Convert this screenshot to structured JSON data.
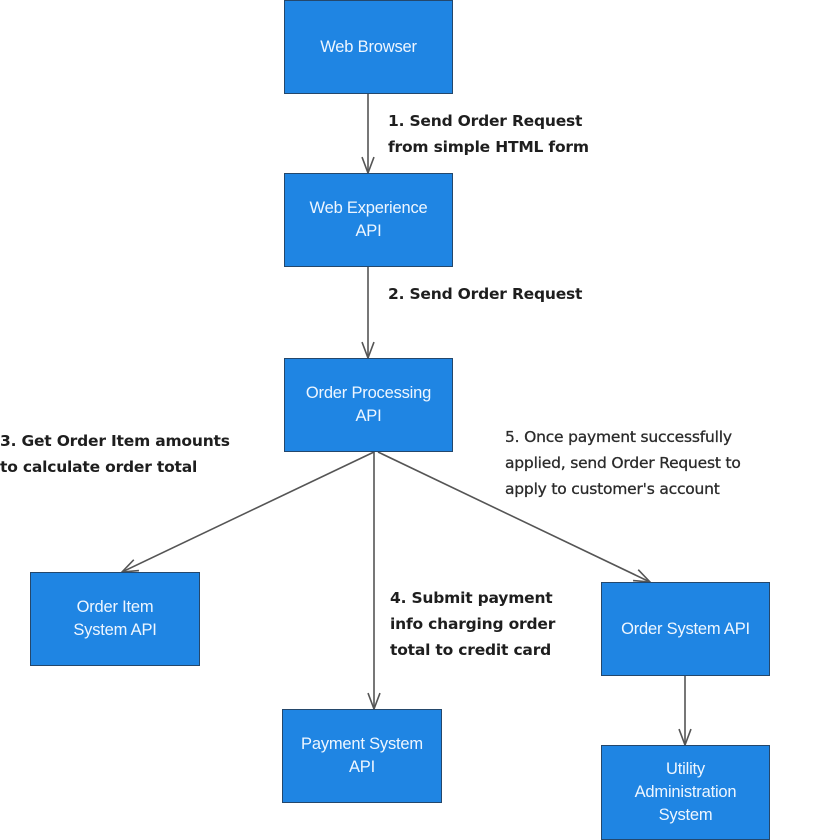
{
  "diagram": {
    "colors": {
      "box_fill": "#1f85e3",
      "box_border": "#24476b",
      "box_text": "#eef6ff",
      "arrow": "#555555",
      "label_text": "#1e1e1e"
    },
    "nodes": [
      {
        "id": "web_browser",
        "label": "Web Browser"
      },
      {
        "id": "web_experience_api",
        "label": "Web Experience\nAPI"
      },
      {
        "id": "order_processing_api",
        "label": "Order Processing\nAPI"
      },
      {
        "id": "order_item_system_api",
        "label": "Order Item\nSystem API"
      },
      {
        "id": "payment_system_api",
        "label": "Payment System\nAPI"
      },
      {
        "id": "order_system_api",
        "label": "Order System API"
      },
      {
        "id": "utility_administration_system",
        "label": "Utility\nAdministration\nSystem"
      }
    ],
    "edges": [
      {
        "from": "web_browser",
        "to": "web_experience_api",
        "label": "1. Send Order Request\nfrom simple HTML form"
      },
      {
        "from": "web_experience_api",
        "to": "order_processing_api",
        "label": "2. Send Order Request"
      },
      {
        "from": "order_processing_api",
        "to": "order_item_system_api",
        "label": "3. Get Order Item amounts\nto calculate order total"
      },
      {
        "from": "order_processing_api",
        "to": "payment_system_api",
        "label": "4. Submit payment\ninfo charging order\ntotal to credit card"
      },
      {
        "from": "order_processing_api",
        "to": "order_system_api",
        "label": "5. Once payment successfully\napplied, send Order Request to\napply to customer's account"
      },
      {
        "from": "order_system_api",
        "to": "utility_administration_system",
        "label": ""
      }
    ]
  }
}
